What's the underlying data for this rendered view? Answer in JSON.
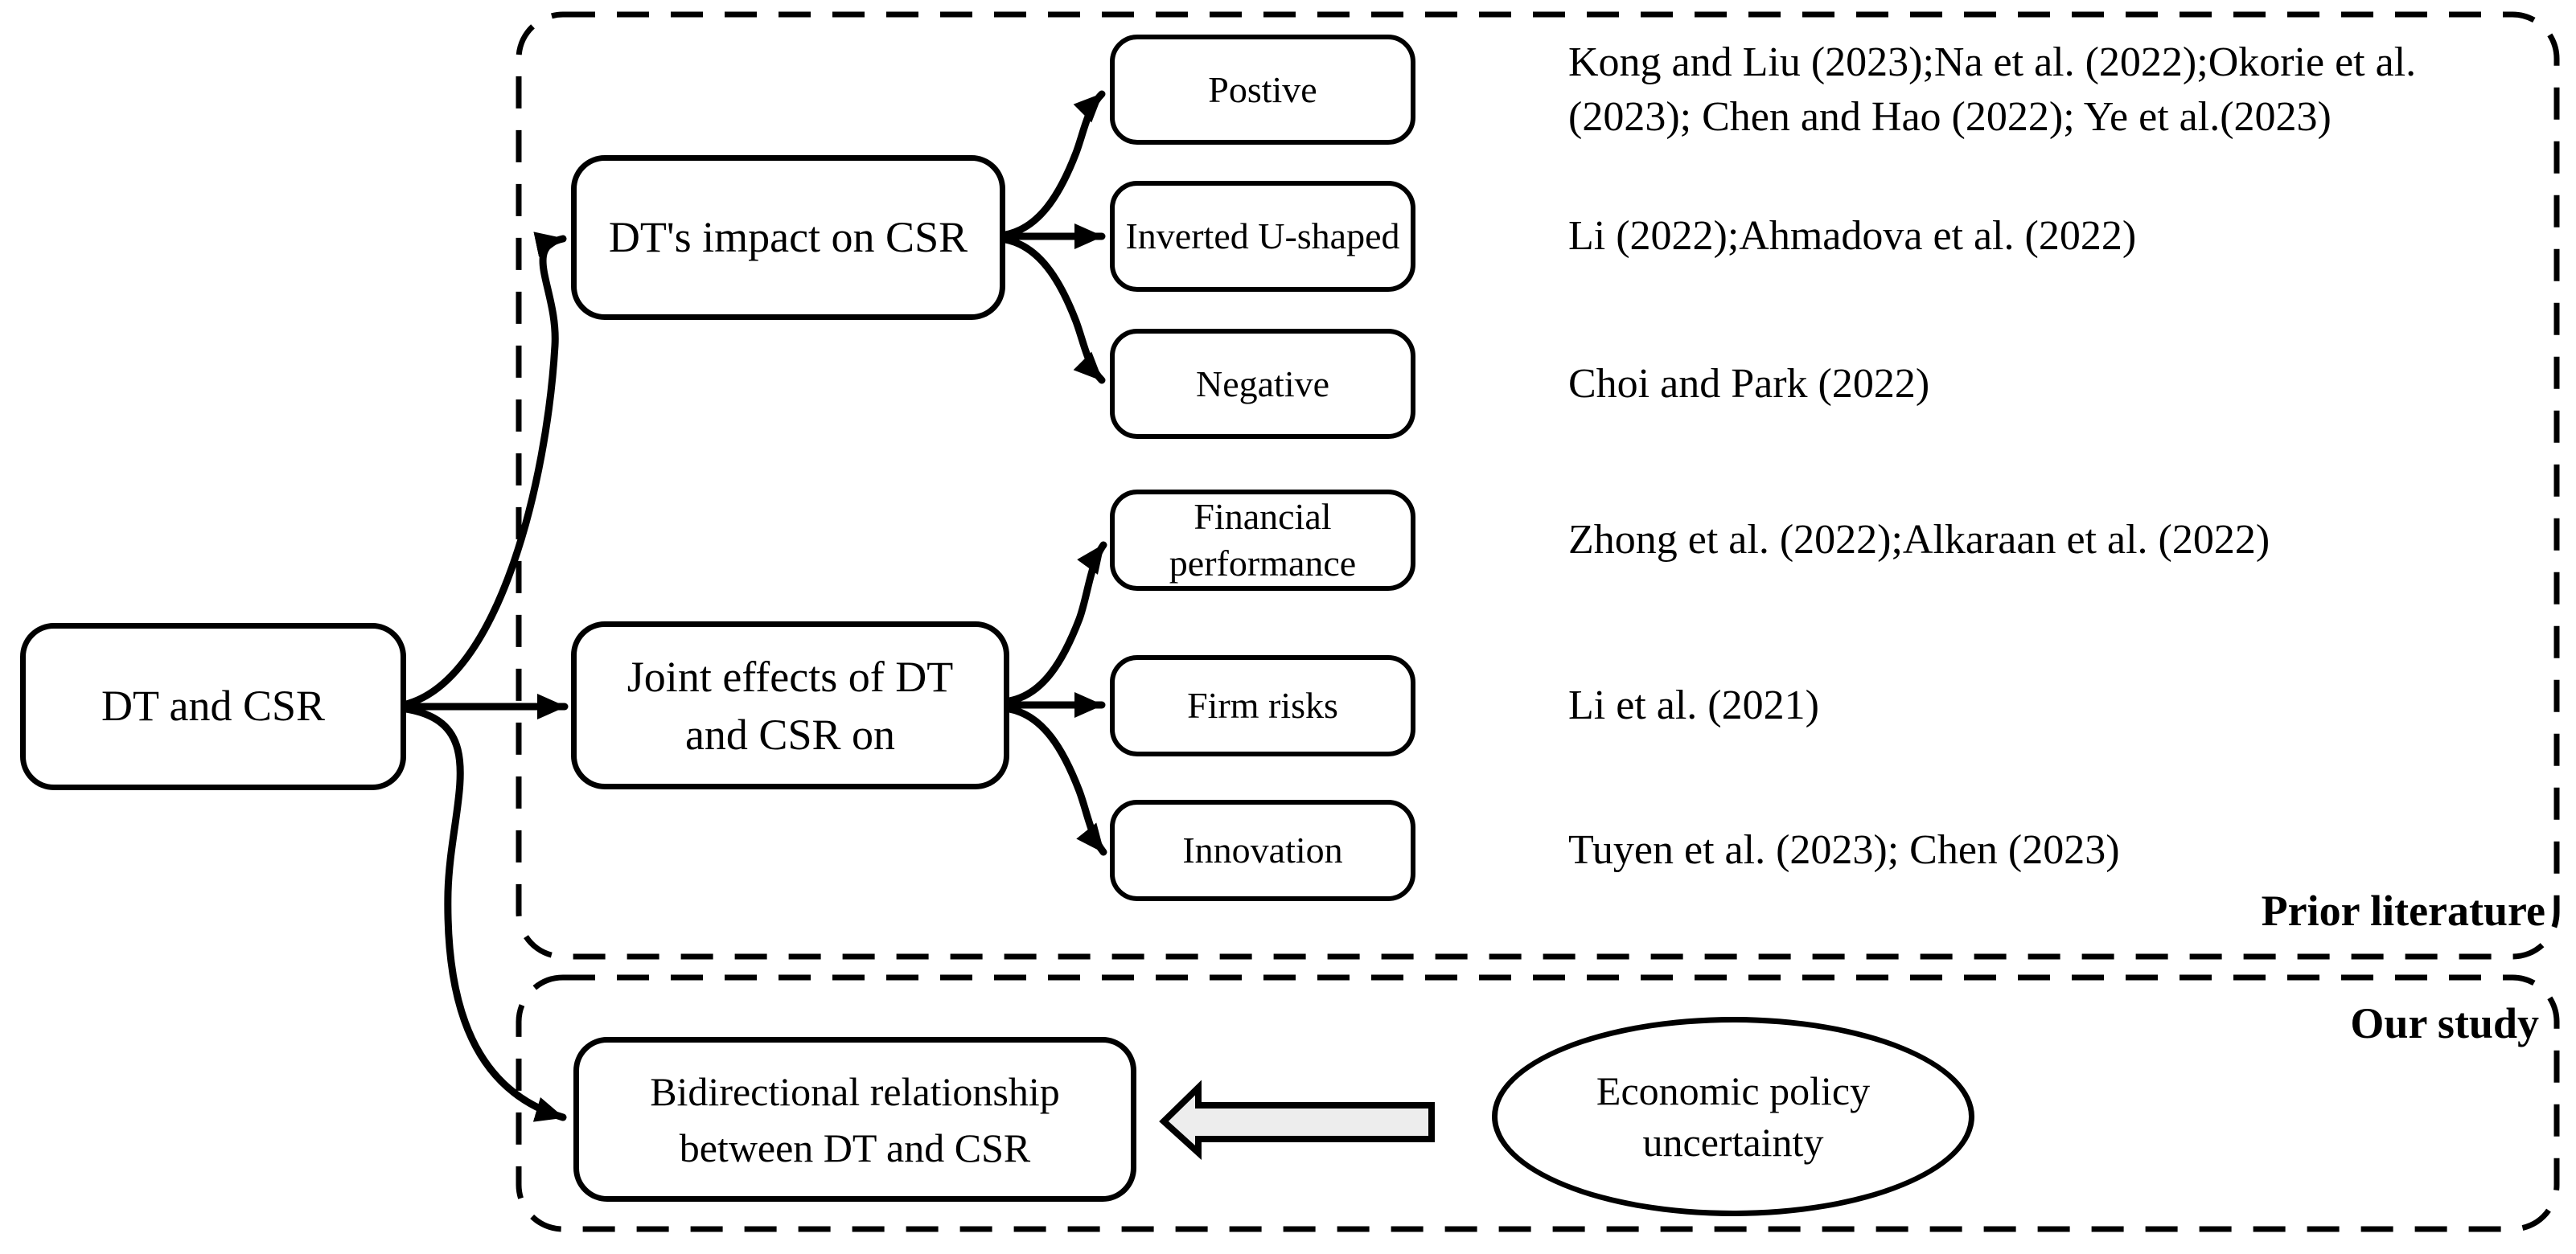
{
  "diagram": {
    "root_label": "DT and CSR",
    "sections": {
      "prior_literature_label": "Prior literature",
      "our_study_label": "Our study"
    },
    "prior": {
      "impact_branch": {
        "label": "DT's impact on CSR",
        "outcomes": [
          {
            "label": "Postive",
            "citation_line1": "Kong and Liu (2023);Na et al. (2022);Okorie et al.",
            "citation_line2": "(2023); Chen and Hao (2022); Ye et al.(2023)"
          },
          {
            "label": "Inverted U-shaped",
            "citation_line1": "Li (2022);Ahmadova et al. (2022)"
          },
          {
            "label": "Negative",
            "citation_line1": "Choi and Park (2022)"
          }
        ]
      },
      "joint_branch": {
        "label_line1": "Joint effects of DT",
        "label_line2": "and CSR on",
        "outcomes": [
          {
            "label_line1": "Financial",
            "label_line2": "performance",
            "citation_line1": "Zhong et al. (2022);Alkaraan et al. (2022)"
          },
          {
            "label_line1": "Firm risks",
            "citation_line1": "Li et al. (2021)"
          },
          {
            "label_line1": "Innovation",
            "citation_line1": "Tuyen et al. (2023); Chen (2023)"
          }
        ]
      }
    },
    "our_study": {
      "bidirectional_line1": "Bidirectional relationship",
      "bidirectional_line2": "between DT and CSR",
      "moderator_line1": "Economic policy",
      "moderator_line2": "uncertainty"
    },
    "colors": {
      "ink": "#000000",
      "block_arrow_fill": "#ededed",
      "background": "#ffffff"
    }
  }
}
